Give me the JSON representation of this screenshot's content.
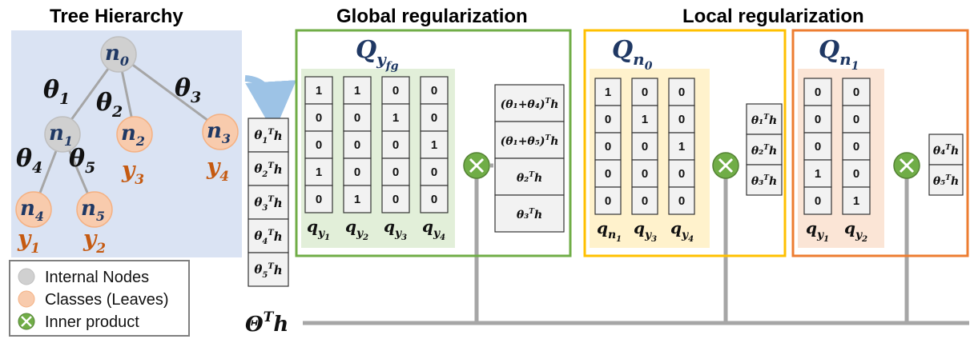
{
  "titles": {
    "tree": "Tree Hierarchy",
    "global": "Global regularization",
    "local": "Local regularization"
  },
  "tree": {
    "nodes": [
      {
        "id": "n0",
        "base": "n",
        "sub": "0"
      },
      {
        "id": "n1",
        "base": "n",
        "sub": "1"
      },
      {
        "id": "n2",
        "base": "n",
        "sub": "2"
      },
      {
        "id": "n3",
        "base": "n",
        "sub": "3"
      },
      {
        "id": "n4",
        "base": "n",
        "sub": "4"
      },
      {
        "id": "n5",
        "base": "n",
        "sub": "5"
      }
    ],
    "edges": [
      {
        "base": "θ",
        "sub": "1"
      },
      {
        "base": "θ",
        "sub": "2"
      },
      {
        "base": "θ",
        "sub": "3"
      },
      {
        "base": "θ",
        "sub": "4"
      },
      {
        "base": "θ",
        "sub": "5"
      }
    ],
    "classes": [
      {
        "base": "y",
        "sub": "3"
      },
      {
        "base": "y",
        "sub": "4"
      },
      {
        "base": "y",
        "sub": "1"
      },
      {
        "base": "y",
        "sub": "2"
      }
    ]
  },
  "legend": {
    "internal": "Internal Nodes",
    "classes": "Classes (Leaves)",
    "inner": "Inner product"
  },
  "theta_vector": {
    "cells": [
      {
        "a": "θ",
        "s": "1"
      },
      {
        "a": "θ",
        "s": "2"
      },
      {
        "a": "θ",
        "s": "3"
      },
      {
        "a": "θ",
        "s": "4"
      },
      {
        "a": "θ",
        "s": "5"
      }
    ],
    "sup": "T",
    "h": "h",
    "label_base": "Θ",
    "label_sup": "T",
    "label_h": "h"
  },
  "global": {
    "Q_base": "Q",
    "Q_sub": "y",
    "Q_subsub": "fg",
    "columns": [
      {
        "values": [
          "1",
          "0",
          "0",
          "1",
          "0"
        ],
        "label_base": "q",
        "label_sub": "y",
        "label_subsub": "1"
      },
      {
        "values": [
          "1",
          "0",
          "0",
          "0",
          "1"
        ],
        "label_base": "q",
        "label_sub": "y",
        "label_subsub": "2"
      },
      {
        "values": [
          "0",
          "1",
          "0",
          "0",
          "0"
        ],
        "label_base": "q",
        "label_sub": "y",
        "label_subsub": "3"
      },
      {
        "values": [
          "0",
          "0",
          "1",
          "0",
          "0"
        ],
        "label_base": "q",
        "label_sub": "y",
        "label_subsub": "4"
      }
    ],
    "result": [
      {
        "text": "(θ₁+θ₄)",
        "sup": "T",
        "h": "h"
      },
      {
        "text": "(θ₁+θ₅)",
        "sup": "T",
        "h": "h"
      },
      {
        "text": "θ₂",
        "sup": "T",
        "h": "h"
      },
      {
        "text": "θ₃",
        "sup": "T",
        "h": "h"
      }
    ]
  },
  "local0": {
    "Q_base": "Q",
    "Q_sub": "n",
    "Q_subsub": "0",
    "columns": [
      {
        "values": [
          "1",
          "0",
          "0",
          "0",
          "0"
        ],
        "label_base": "q",
        "label_sub": "n",
        "label_subsub": "1"
      },
      {
        "values": [
          "0",
          "1",
          "0",
          "0",
          "0"
        ],
        "label_base": "q",
        "label_sub": "y",
        "label_subsub": "3"
      },
      {
        "values": [
          "0",
          "0",
          "1",
          "0",
          "0"
        ],
        "label_base": "q",
        "label_sub": "y",
        "label_subsub": "4"
      }
    ],
    "result": [
      {
        "text": "θ₁",
        "sup": "T",
        "h": "h"
      },
      {
        "text": "θ₂",
        "sup": "T",
        "h": "h"
      },
      {
        "text": "θ₃",
        "sup": "T",
        "h": "h"
      }
    ]
  },
  "local1": {
    "Q_base": "Q",
    "Q_sub": "n",
    "Q_subsub": "1",
    "columns": [
      {
        "values": [
          "0",
          "0",
          "0",
          "1",
          "0"
        ],
        "label_base": "q",
        "label_sub": "y",
        "label_subsub": "1"
      },
      {
        "values": [
          "0",
          "0",
          "0",
          "0",
          "1"
        ],
        "label_base": "q",
        "label_sub": "y",
        "label_subsub": "2"
      }
    ],
    "result": [
      {
        "text": "θ₄",
        "sup": "T",
        "h": "h"
      },
      {
        "text": "θ₅",
        "sup": "T",
        "h": "h"
      }
    ]
  },
  "colors": {
    "tree_bg": "#dae3f3",
    "internal_fill": "#d0d0d0",
    "leaf_fill": "#f8cbad",
    "global_border": "#70ad47",
    "global_bg": "#e2efd9",
    "local0_border": "#ffc000",
    "local0_bg": "#fff2cc",
    "local1_border": "#ed7d31",
    "local1_bg": "#fbe5d6",
    "inner_product": "#70ad47",
    "connector": "#a6a6a6",
    "arrow": "#9dc3e6"
  }
}
